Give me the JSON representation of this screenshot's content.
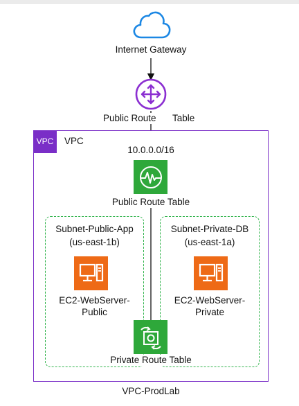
{
  "internet_gateway": {
    "label": "Internet Gateway",
    "icon": "cloud-icon"
  },
  "public_route_top": {
    "label_left": "Public Route",
    "label_right": "Table",
    "icon": "router-icon"
  },
  "vpc": {
    "badge": "VPC",
    "title": "VPC",
    "cidr": "10.0.0.0/16",
    "name": "VPC-ProdLab",
    "color": "#7a2ec7"
  },
  "public_route_table": {
    "label": "Public Route Table",
    "icon": "network-access-control-icon",
    "color": "#2ea83a"
  },
  "subnet_public": {
    "name": "Subnet-Public-App",
    "az": "(us-east-1b)",
    "instance": {
      "line1": "EC2-WebServer-",
      "line2": "Public",
      "icon": "ec2-instance-icon"
    }
  },
  "subnet_private": {
    "name": "Subnet-Private-DB",
    "az": "(us-east-1a)",
    "instance": {
      "line1": "EC2-WebServer-",
      "line2": "Private",
      "icon": "ec2-instance-icon"
    }
  },
  "private_route_table": {
    "label": "Private Route Table",
    "icon": "route-table-icon",
    "color": "#2ea83a"
  },
  "colors": {
    "vpc": "#7a2ec7",
    "subnet_border": "#2fb34a",
    "ec2": "#ee6a16",
    "cloud": "#1b87e4",
    "router": "#8b2fd1"
  }
}
